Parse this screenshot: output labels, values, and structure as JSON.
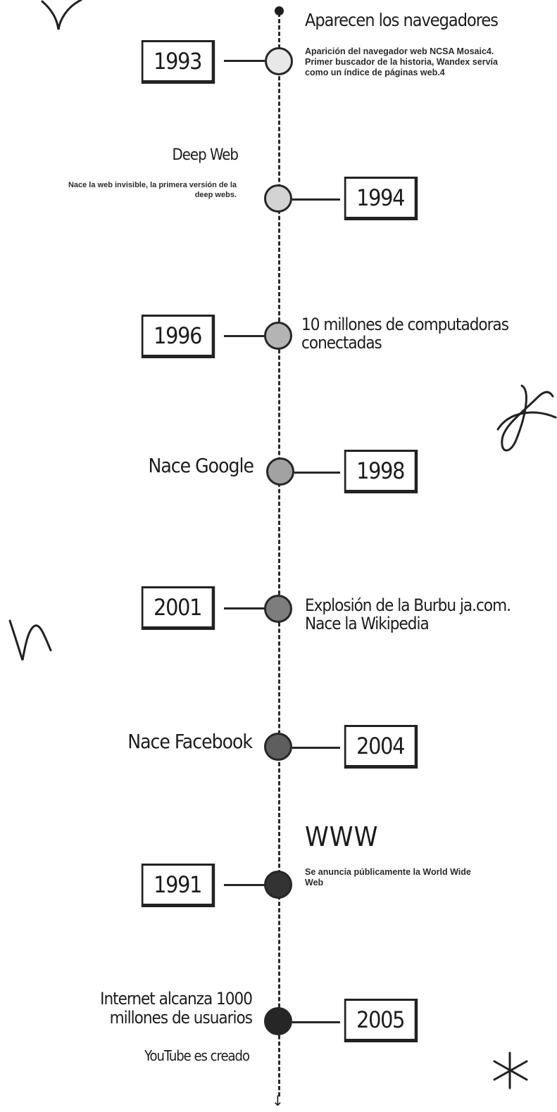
{
  "events": [
    {
      "year": "1993",
      "title": "Aparecen los navegadores",
      "description": "Aparición del navegador web NCSA Mosaic4.\nPrimer buscador de la historia, Wandex servía como un índice de páginas web.4",
      "node_color": "#e8e8e8"
    },
    {
      "year": "1994",
      "title": "Deep Web",
      "description": "Nace la web invisible, la primera versión de la deep webs.",
      "node_color": "#d3d3d3"
    },
    {
      "year": "1996",
      "title": "10 millones de computadoras conectadas",
      "node_color": "#b4b4b4"
    },
    {
      "year": "1998",
      "title": "Nace Google",
      "node_color": "#a2a2a2"
    },
    {
      "year": "2001",
      "title": "Explosión de la Burbu ja.com. Nace la Wikipedia",
      "node_color": "#7d7d7d"
    },
    {
      "year": "2004",
      "title": "Nace Facebook",
      "node_color": "#5e5e5e"
    },
    {
      "year": "1991",
      "title": "WWW",
      "description": "Se anuncia públicamente la World Wide Web",
      "node_color": "#333333"
    },
    {
      "year": "2005",
      "title": "Internet alcanza 1000 millones de usuarios",
      "description": "YouTube es creado",
      "node_color": "#262626"
    }
  ]
}
